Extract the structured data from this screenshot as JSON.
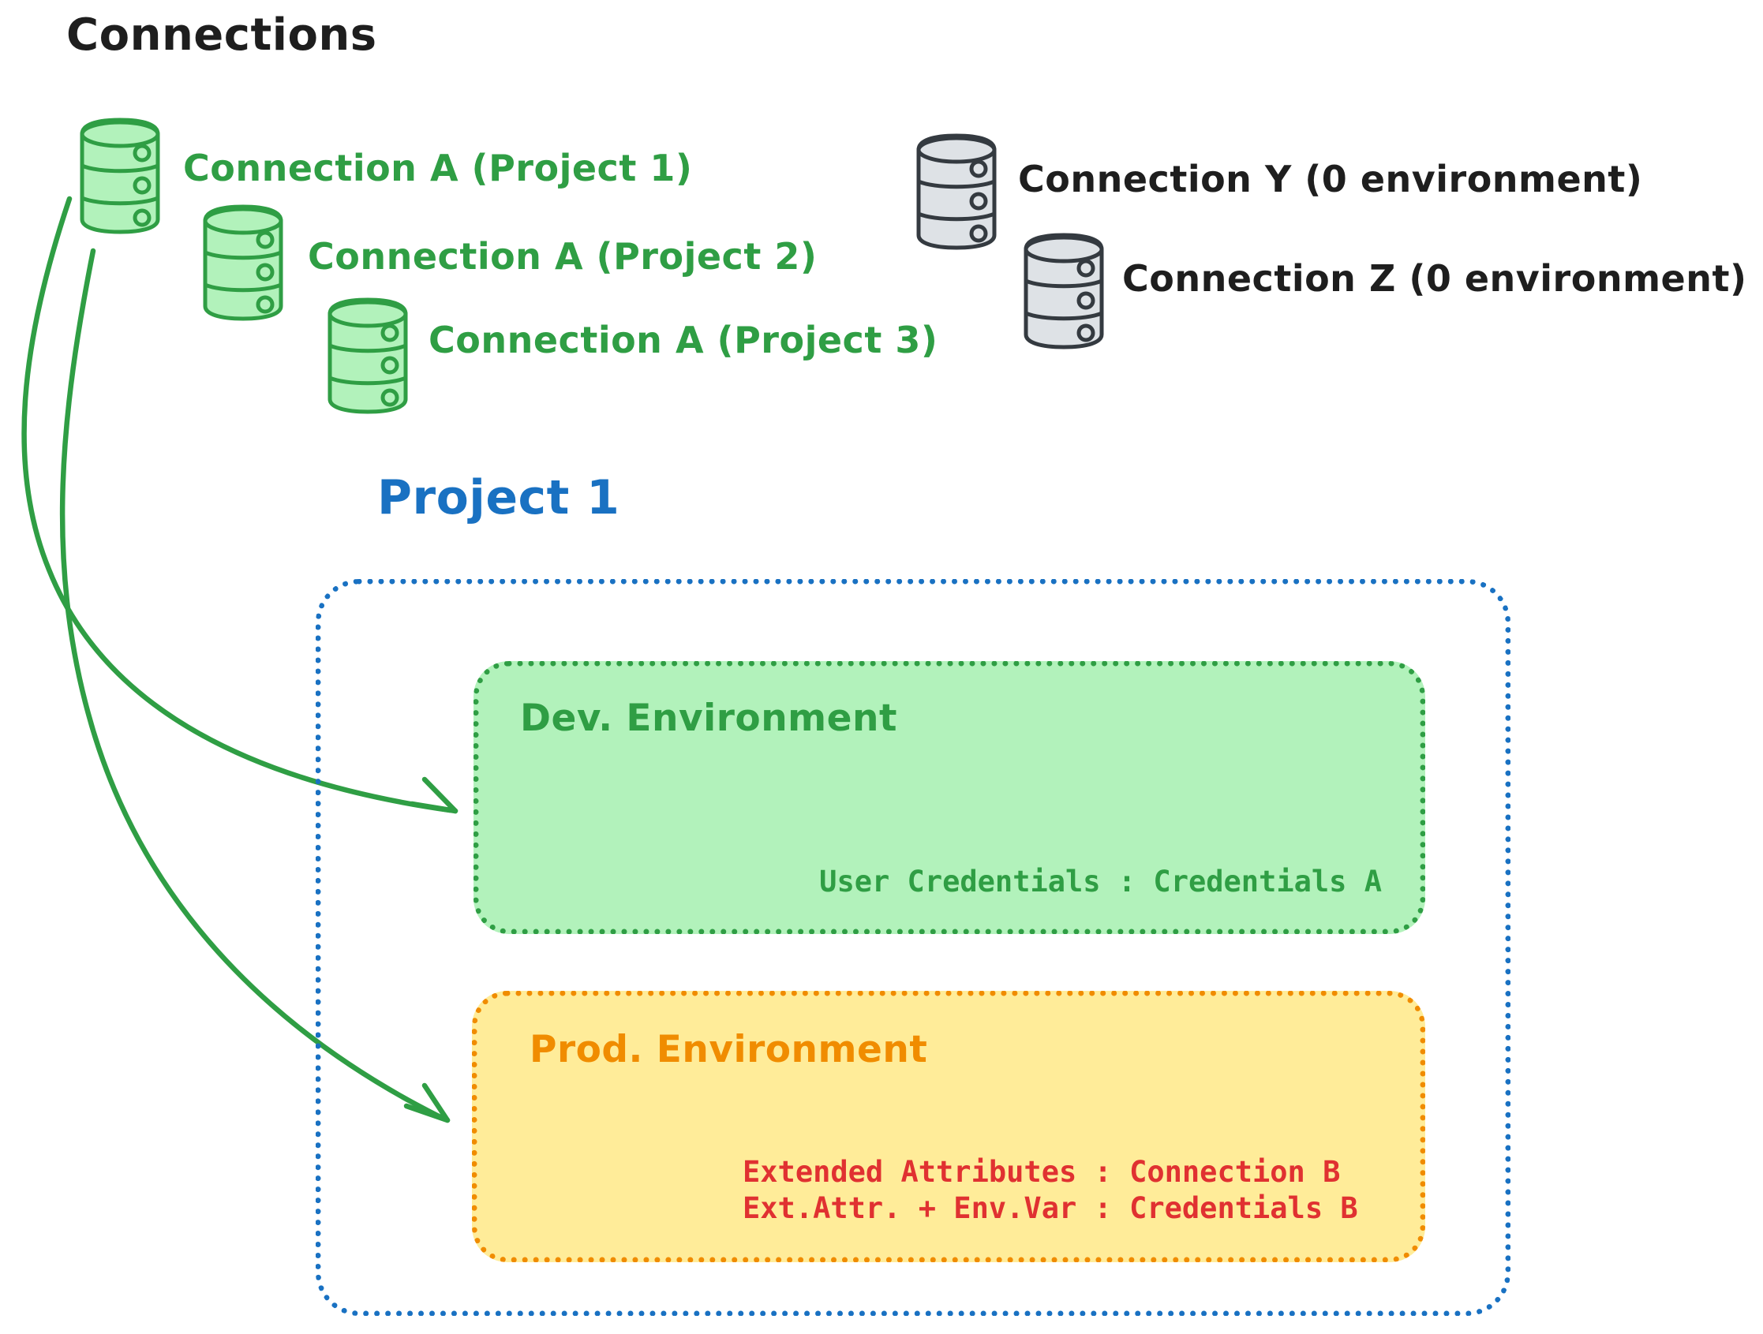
{
  "title": "Connections",
  "colors": {
    "green_stroke": "#2f9e44",
    "green_fill": "#b2f2bb",
    "gray_stroke": "#343a40",
    "gray_fill": "#dee2e6",
    "blue": "#1971c2",
    "orange": "#f08c00",
    "yellow_fill": "#ffec99",
    "red": "#e03131",
    "black": "#1e1e1e"
  },
  "connections": {
    "green": [
      {
        "label": "Connection A (Project 1)"
      },
      {
        "label": "Connection A (Project 2)"
      },
      {
        "label": "Connection A (Project 3)"
      }
    ],
    "gray": [
      {
        "label": "Connection Y (0 environment)"
      },
      {
        "label": "Connection Z (0 environment)"
      }
    ]
  },
  "project": {
    "title": "Project 1",
    "environments": {
      "dev": {
        "title": "Dev. Environment",
        "credentials": "User Credentials : Credentials A"
      },
      "prod": {
        "title": "Prod. Environment",
        "lines": [
          "Extended Attributes : Connection B",
          "Ext.Attr. + Env.Var : Credentials B"
        ]
      }
    }
  }
}
